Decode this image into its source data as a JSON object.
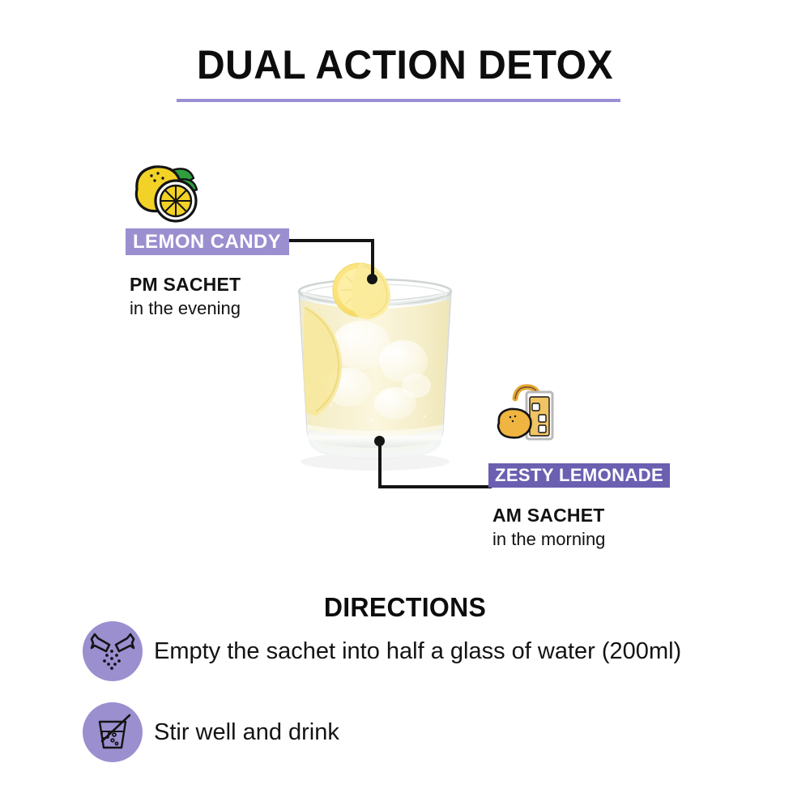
{
  "header": {
    "title": "DUAL ACTION DETOX",
    "underline_color": "#9a8fd4"
  },
  "callouts": [
    {
      "id": "lemon-candy",
      "badge_label": "LEMON CANDY",
      "badge_color": "#9b8fd0",
      "sachet_label": "PM SACHET",
      "timing_label": "in the evening",
      "icon": "lemon-icon"
    },
    {
      "id": "zesty-lemonade",
      "badge_label": "ZESTY LEMONADE",
      "badge_color": "#6a5fb0",
      "sachet_label": "AM SACHET",
      "timing_label": "in the morning",
      "icon": "lemonade-glass-icon"
    }
  ],
  "product_photo": {
    "alt": "glass-of-lemonade-photo",
    "liquid_color": "#f2ecc4",
    "garnish": "lemon-wheel"
  },
  "directions": {
    "heading": "DIRECTIONS",
    "bullet_color": "#9b8fd0",
    "steps": [
      {
        "icon": "sachet-pour-icon",
        "text": "Empty the sachet into half a glass of water (200ml)"
      },
      {
        "icon": "stir-glass-icon",
        "text": "Stir well and drink"
      }
    ]
  }
}
